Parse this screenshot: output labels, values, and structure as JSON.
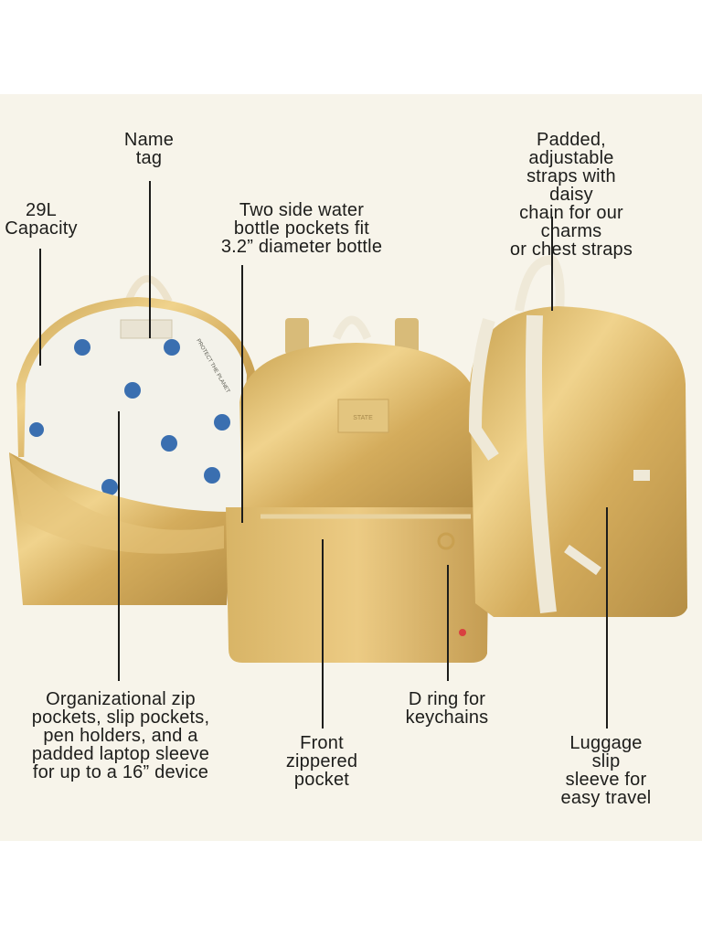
{
  "annotations": {
    "name_tag": "Name\ntag",
    "capacity": "29L\nCapacity",
    "bottle_pockets": "Two side water\nbottle pockets fit\n3.2” diameter bottle",
    "straps": "Padded, adjustable\nstraps with daisy\nchain for our charms\nor chest straps",
    "organizational": "Organizational zip\npockets, slip pockets,\npen holders, and a\npadded laptop sleeve\nfor up to a 16” device",
    "front_pocket": "Front\nzippered\npocket",
    "d_ring": "D ring for\nkeychains",
    "luggage_sleeve": "Luggage slip\nsleeve for\neasy travel"
  },
  "product": {
    "patch_text": "STATE",
    "lining_text": "PROTECT THE PLANET"
  },
  "colors": {
    "background": "#f7f4ea",
    "gold": "#d9b45e",
    "strap": "#efe9d8",
    "text": "#1d1d1b"
  }
}
